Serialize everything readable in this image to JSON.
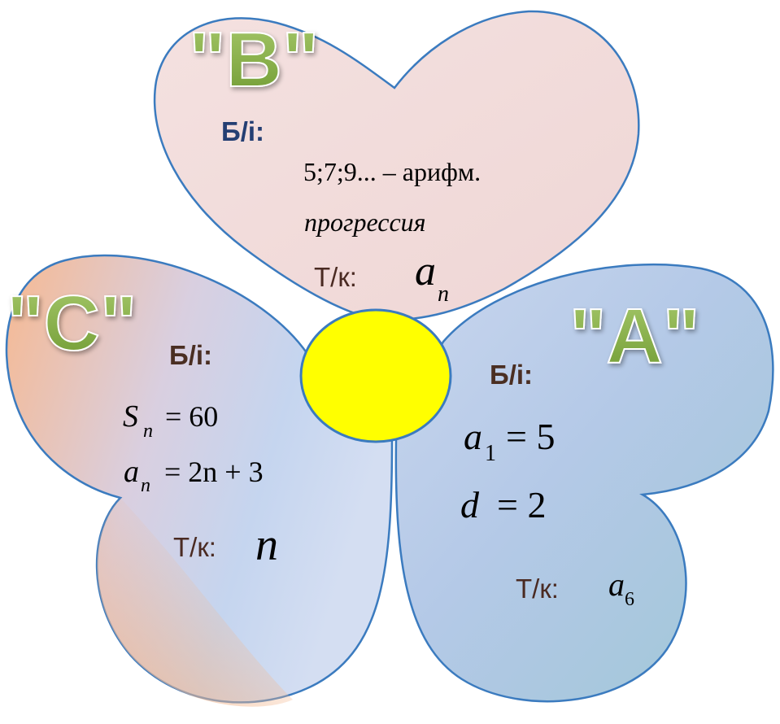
{
  "petal_b": {
    "title": "\"B\"",
    "given_label": "Б/і:",
    "given_line1": "5;7;9... – арифм.",
    "given_line2": "прогрессия",
    "find_label": "Т/к:",
    "find_var": "a",
    "find_sub": "n"
  },
  "petal_c": {
    "title": "\"C\"",
    "given_label": "Б/і:",
    "given_line1_var": "S",
    "given_line1_sub": "n",
    "given_line1_rest": "= 60",
    "given_line2_var": "a",
    "given_line2_sub": "n",
    "given_line2_rest": "= 2n + 3",
    "find_label": "Т/к:",
    "find_var": "n"
  },
  "petal_a": {
    "title": "\"A\"",
    "given_label": "Б/і:",
    "given_line1_var": "a",
    "given_line1_sub": "1",
    "given_line1_rest": "= 5",
    "given_line2_var": "d",
    "given_line2_rest": "= 2",
    "find_label": "Т/к:",
    "find_var": "a",
    "find_sub": "6"
  },
  "colors": {
    "outline": "#3b7bbf",
    "petal_b_fill": "#f2dcdb",
    "petal_a_fill": "#b9cde6",
    "petal_c_fill_warm": "#f6bc96",
    "petal_c_fill_cool": "#c6d6ee",
    "center_fill": "#ffff00",
    "title_green": "#8cb24a"
  }
}
